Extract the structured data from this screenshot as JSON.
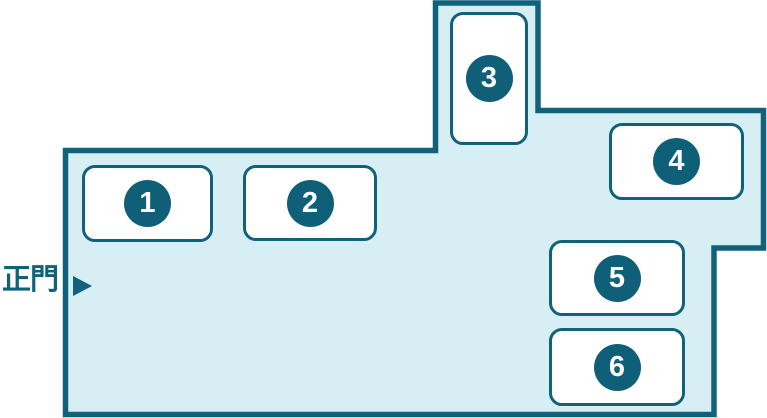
{
  "map": {
    "gate": {
      "label": "正門"
    },
    "colors": {
      "area_fill": "#d7eef5",
      "outline": "#10617a",
      "box_fill": "#ffffff",
      "box_border": "#10617a",
      "badge_fill": "#0e5f77",
      "badge_text": "#ffffff",
      "gate_text": "#10617a"
    },
    "areas": [
      {
        "number": "1"
      },
      {
        "number": "2"
      },
      {
        "number": "3"
      },
      {
        "number": "4"
      },
      {
        "number": "5"
      },
      {
        "number": "6"
      }
    ]
  }
}
